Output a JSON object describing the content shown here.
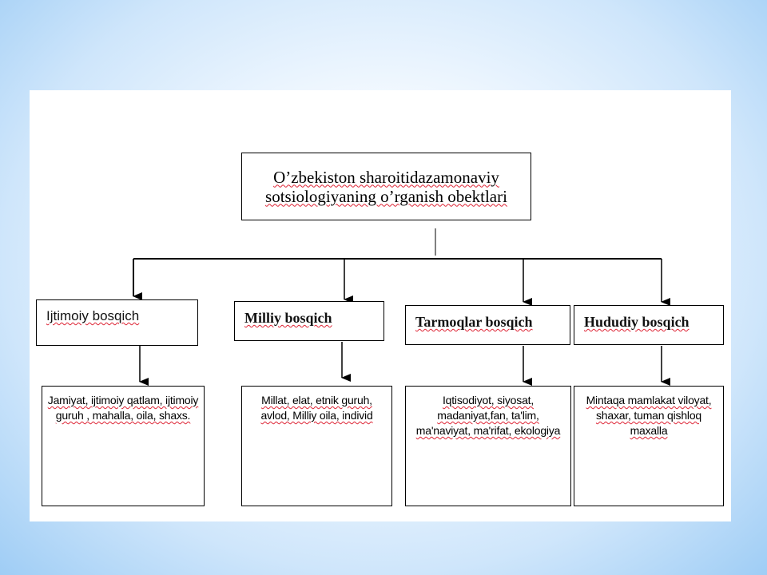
{
  "diagram": {
    "title": "O’zbekiston  sharoitidazamonaviy sotsiologiyaning o’rganish obektlari",
    "stages": [
      {
        "label": "Ijtimoiy bosqich",
        "detail": "Jamiyat, ijtimoiy qatlam, ijtimoiy guruh , mahalla, oila, shaxs."
      },
      {
        "label": "Milliy bosqich",
        "detail": "Millat, elat, etnik guruh, avlod, Milliy oila, individ"
      },
      {
        "label": "Tarmoqlar bosqich",
        "detail": "Iqtisodiyot, siyosat, madaniyat,fan,  ta'lim, ma'naviyat,  ma'rifat, ekologiya"
      },
      {
        "label": "Hududiy bosqich",
        "detail": "Mintaqa mamlakat viloyat, shaxar,  tuman qishloq maxalla"
      }
    ]
  }
}
